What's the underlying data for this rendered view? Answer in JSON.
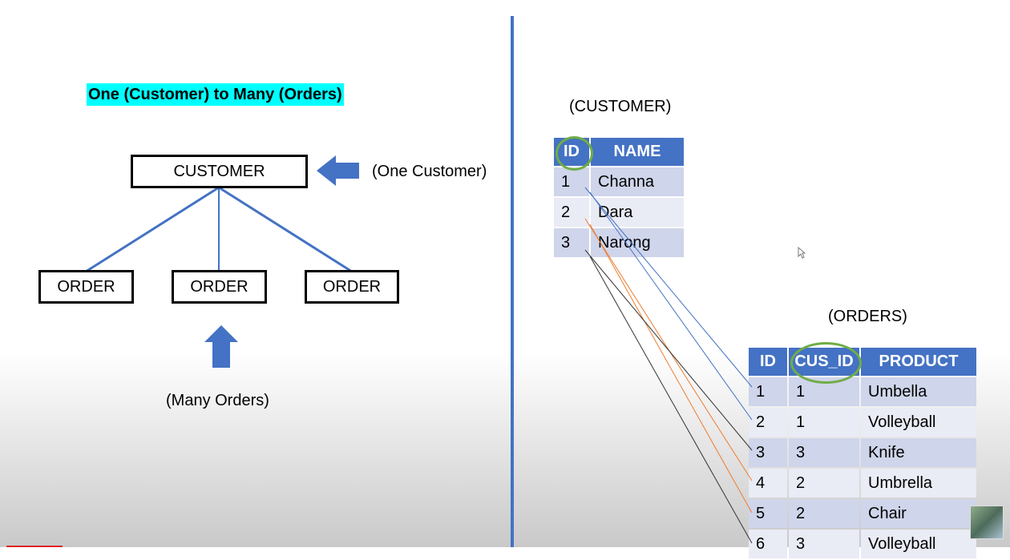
{
  "left_diagram": {
    "title": "One (Customer) to Many (Orders)",
    "customer_box": "CUSTOMER",
    "order_boxes": [
      "ORDER",
      "ORDER",
      "ORDER"
    ],
    "one_label": "(One Customer)",
    "many_label": "(Many Orders)"
  },
  "customer_table": {
    "caption": "(CUSTOMER)",
    "headers": [
      "ID",
      "NAME"
    ],
    "rows": [
      [
        "1",
        "Channa"
      ],
      [
        "2",
        "Dara"
      ],
      [
        "3",
        "Narong"
      ]
    ]
  },
  "orders_table": {
    "caption": "(ORDERS)",
    "headers": [
      "ID",
      "CUS_ID",
      "PRODUCT"
    ],
    "rows": [
      [
        "1",
        "1",
        "Umbella"
      ],
      [
        "2",
        "1",
        "Volleyball"
      ],
      [
        "3",
        "3",
        "Knife"
      ],
      [
        "4",
        "2",
        "Umbrella"
      ],
      [
        "5",
        "2",
        "Chair"
      ],
      [
        "6",
        "3",
        "Volleyball"
      ]
    ]
  },
  "colors": {
    "accent_blue": "#4472c4",
    "highlight_cyan": "#00ffff",
    "ring_green": "#70ad47",
    "link_orange": "#ed7d31"
  }
}
